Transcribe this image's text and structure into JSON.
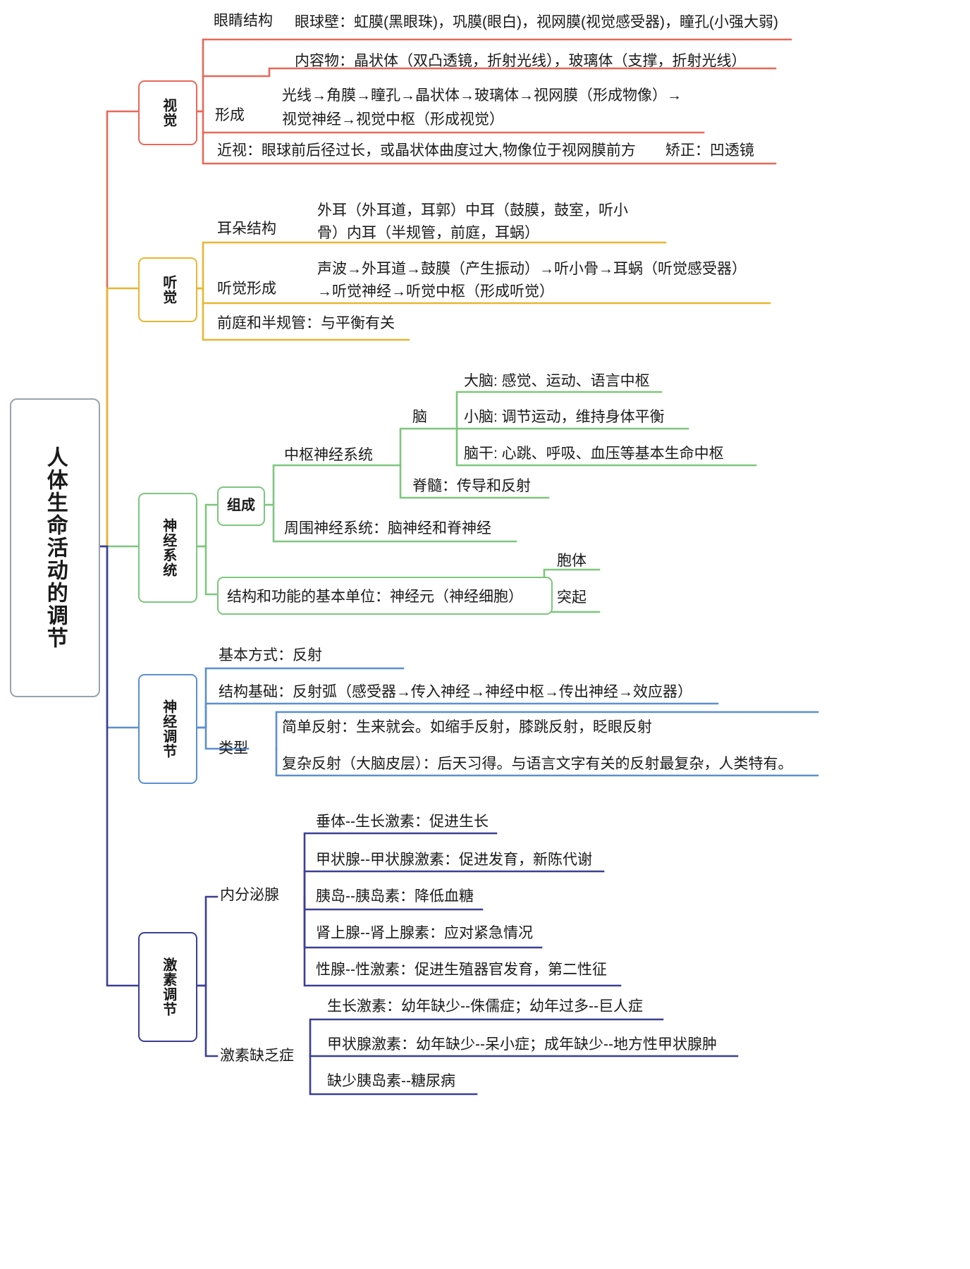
{
  "root": {
    "label": "人体生命活动的调节"
  },
  "branches": [
    {
      "id": "vision",
      "label": "视觉",
      "color": "#e8685a",
      "children": [
        {
          "label": "眼睛结构",
          "items": [
            "眼球壁：虹膜(黑眼珠)，巩膜(眼白)，视网膜(视觉感受器)，瞳孔(小强大弱)",
            "内容物：晶状体（双凸透镜，折射光线），玻璃体（支撑，折射光线）"
          ]
        },
        {
          "label": "形成",
          "items": [
            "光线→角膜→瞳孔→晶状体→玻璃体→视网膜（形成物像）→",
            "视觉神经→视觉中枢（形成视觉）"
          ]
        },
        {
          "label": "",
          "items": [
            "近视：眼球前后径过长，或晶状体曲度过大,物像位于视网膜前方　　矫正：凹透镜"
          ]
        }
      ]
    },
    {
      "id": "hearing",
      "label": "听觉",
      "color": "#e8b632",
      "children": [
        {
          "label": "耳朵结构",
          "items": [
            "外耳（外耳道，耳郭）中耳（鼓膜，鼓室，听小",
            "骨）内耳（半规管，前庭，耳蜗）"
          ]
        },
        {
          "label": "听觉形成",
          "items": [
            "声波→外耳道→鼓膜（产生振动）→听小骨→耳蜗（听觉感受器）",
            "→听觉神经→听觉中枢（形成听觉）"
          ]
        },
        {
          "label": "",
          "items": [
            "前庭和半规管：与平衡有关"
          ]
        }
      ]
    },
    {
      "id": "nervous-system",
      "label": "神经系统",
      "color": "#7dc67d",
      "children": [
        {
          "label": "组成",
          "items": [],
          "sub": [
            {
              "label": "中枢神经系统",
              "sub": [
                {
                  "label": "脑",
                  "items": [
                    "大脑: 感觉、运动、语言中枢",
                    "小脑: 调节运动，维持身体平衡",
                    "脑干: 心跳、呼吸、血压等基本生命中枢"
                  ]
                },
                {
                  "label": "",
                  "items": [
                    "脊髓：传导和反射"
                  ]
                }
              ]
            },
            {
              "label": "",
              "items": [
                "周围神经系统：脑神经和脊神经"
              ]
            }
          ]
        },
        {
          "label": "结构和功能的基本单位：神经元（神经细胞）",
          "items": [
            "胞体",
            "突起"
          ]
        }
      ]
    },
    {
      "id": "nervous-regulation",
      "label": "神经调节",
      "color": "#5b8fd0",
      "children": [
        {
          "label": "",
          "items": [
            "基本方式：反射"
          ]
        },
        {
          "label": "",
          "items": [
            "结构基础：反射弧（感受器→传入神经→神经中枢→传出神经→效应器）"
          ]
        },
        {
          "label": "类型",
          "items": [
            "简单反射：生来就会。如缩手反射，膝跳反射，眨眼反射",
            "复杂反射（大脑皮层）：后天习得。与语言文字有关的反射最复杂，人类特有。"
          ]
        }
      ]
    },
    {
      "id": "hormone-regulation",
      "label": "激素调节",
      "color": "#3b3f94",
      "children": [
        {
          "label": "内分泌腺",
          "items": [
            "垂体--生长激素：促进生长",
            "甲状腺--甲状腺激素：促进发育，新陈代谢",
            "胰岛--胰岛素：降低血糖",
            "肾上腺--肾上腺素：应对紧急情况",
            "性腺--性激素：促进生殖器官发育，第二性征"
          ]
        },
        {
          "label": "激素缺乏症",
          "items": [
            "生长激素：幼年缺少--侏儒症；幼年过多--巨人症",
            "甲状腺激素：幼年缺少--呆小症；成年缺少--地方性甲状腺肿",
            "缺少胰岛素--糖尿病"
          ]
        }
      ]
    }
  ]
}
